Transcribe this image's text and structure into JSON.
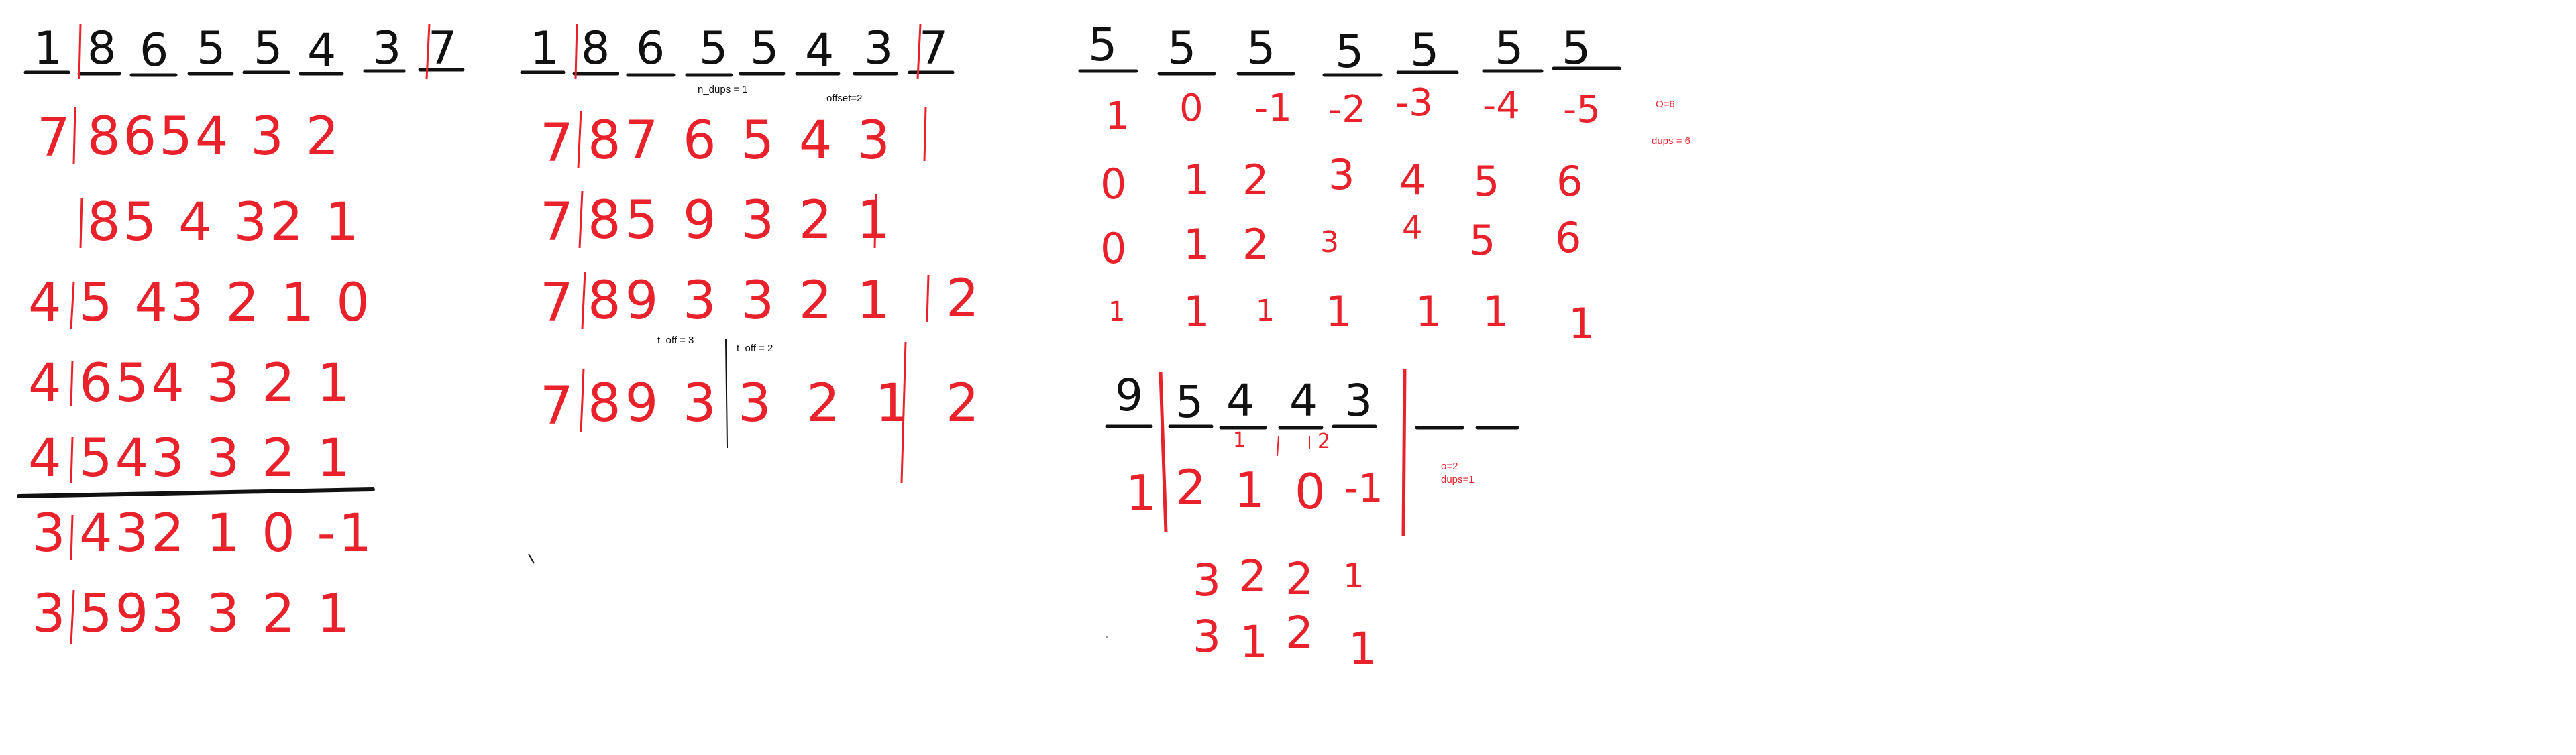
{
  "colors": {
    "ink": "#111111",
    "red": "#e8212a",
    "background": "#ffffff"
  },
  "panel1": {
    "header_digits": [
      "1",
      "8",
      "6",
      "5",
      "5",
      "4",
      "3",
      "7"
    ],
    "rows": [
      {
        "left": "7",
        "values": "8654 3 2"
      },
      {
        "left": "",
        "values": "85 4 32 1"
      },
      {
        "left": "4",
        "values": "5 43 2 1 0"
      },
      {
        "left": "4",
        "values": "654 3 2 1"
      },
      {
        "left": "4",
        "values": "543 3 2 1"
      },
      {
        "left": "3",
        "values": "432 1 0 -1"
      },
      {
        "left": "3",
        "values": "593 3 2 1"
      }
    ]
  },
  "panel2": {
    "header_digits": [
      "1",
      "8",
      "6",
      "5",
      "5",
      "4",
      "3",
      "7"
    ],
    "note_dups": "n_dups = 1",
    "note_offset": "offset=2",
    "note_toff3": "t_off = 3",
    "note_toff2": "t_off = 2",
    "rows": [
      {
        "left": "7",
        "values": "87 6 5 4 3"
      },
      {
        "left": "7",
        "values": "85 9 3 2 1"
      },
      {
        "left": "7",
        "values": "89 3 3 2 1",
        "extra": "2"
      },
      {
        "left": "7",
        "values": "89 3",
        "after": "3 2 1",
        "extra": "2"
      }
    ]
  },
  "panel3": {
    "header_digits": [
      "5",
      "5",
      "5",
      "5",
      "5",
      "5",
      "5"
    ],
    "row1": [
      "1",
      "0",
      "-1",
      "-2",
      "-3",
      "-4",
      "-5"
    ],
    "row2": [
      "0",
      "1",
      "2",
      "3",
      "4",
      "5",
      "6"
    ],
    "row3": [
      "0",
      "1",
      "2",
      "3",
      "4",
      "5",
      "6"
    ],
    "row4": [
      "1",
      "1",
      "1",
      "1",
      "1",
      "1",
      "1"
    ],
    "note_o": "O=6",
    "note_dups": "dups = 6"
  },
  "panel4": {
    "header_digits": [
      "9",
      "5",
      "4",
      "4",
      "3"
    ],
    "small_marks": [
      "1",
      "2"
    ],
    "row1_left": "1",
    "row1": [
      "2",
      "1",
      "0",
      "-1"
    ],
    "row2": [
      "3",
      "2",
      "2",
      "1"
    ],
    "row3": [
      "3",
      "1",
      "2",
      "1"
    ],
    "note_o": "o=2",
    "note_dups": "dups=1"
  }
}
